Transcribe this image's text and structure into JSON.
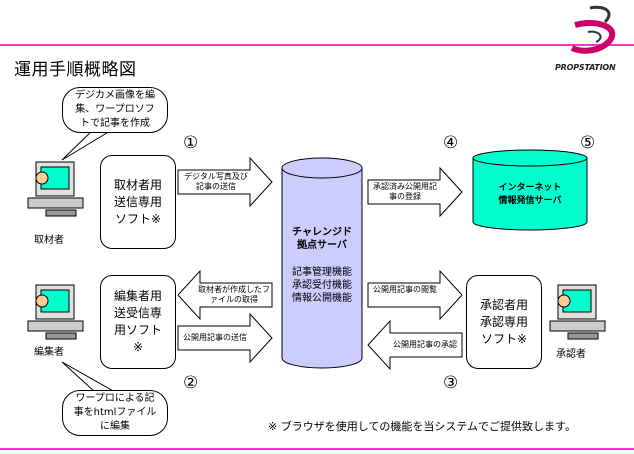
{
  "title": "運用手順概略図",
  "logo": {
    "text": "PROPSTATION",
    "accent_color": "#cc0066"
  },
  "accent_color": "#ff33cc",
  "bubbles": {
    "top": "デジカメ画像を編集、ワープロソフトで記事を作成",
    "bottom": "ワープロによる記事をhtmlファイルに編集"
  },
  "roles": {
    "reporter": {
      "label": "取材者",
      "software": "取材者用送信専用ソフト※"
    },
    "editor": {
      "label": "編集者",
      "software": "編集者用送受信専用ソフト※"
    },
    "approver": {
      "label": "承認者",
      "software": "承認者用承認専用ソフト※"
    }
  },
  "steps": [
    "①",
    "②",
    "③",
    "④",
    "⑤"
  ],
  "server": {
    "title_line1": "チャレンジド",
    "title_line2": "拠点サーバ",
    "functions": [
      "記事管理機能",
      "承認受付機能",
      "情報公開機能"
    ],
    "fill_color": "#ccccff"
  },
  "internet": {
    "line1": "インターネット",
    "line2": "情報発信サーバ",
    "fill_color": "#00ffcc"
  },
  "arrows": {
    "photo_send": "デジタル写真及び記事の送信",
    "file_get": "取材者が作成したファイルの取得",
    "public_send": "公開用記事の送信",
    "register": "承認済み公開用記事の登録",
    "view": "公開用記事の閲覧",
    "approve": "公開用記事の承認"
  },
  "note": "※ ブラウザを使用しての機能を当システムでご提供致します。"
}
